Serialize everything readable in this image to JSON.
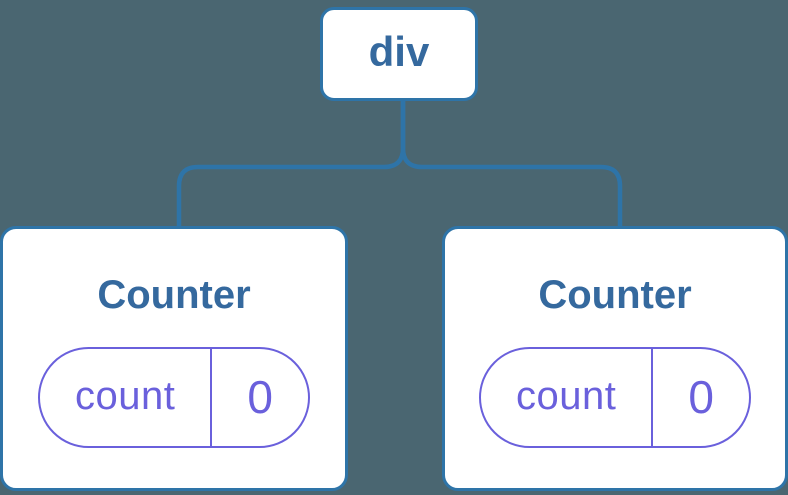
{
  "diagram": {
    "description": "Component tree: a div root with two Counter children, each holding its own count state",
    "root": {
      "label": "div"
    },
    "children": [
      {
        "title": "Counter",
        "state": {
          "key": "count",
          "value": "0"
        }
      },
      {
        "title": "Counter",
        "state": {
          "key": "count",
          "value": "0"
        }
      }
    ]
  },
  "colors": {
    "background": "#4A6671",
    "connector_stroke": "#2E74A8",
    "node_border": "#2E74A8",
    "node_text": "#35699E",
    "node_background": "#FFFFFF",
    "state_accent": "#6A60DC"
  }
}
